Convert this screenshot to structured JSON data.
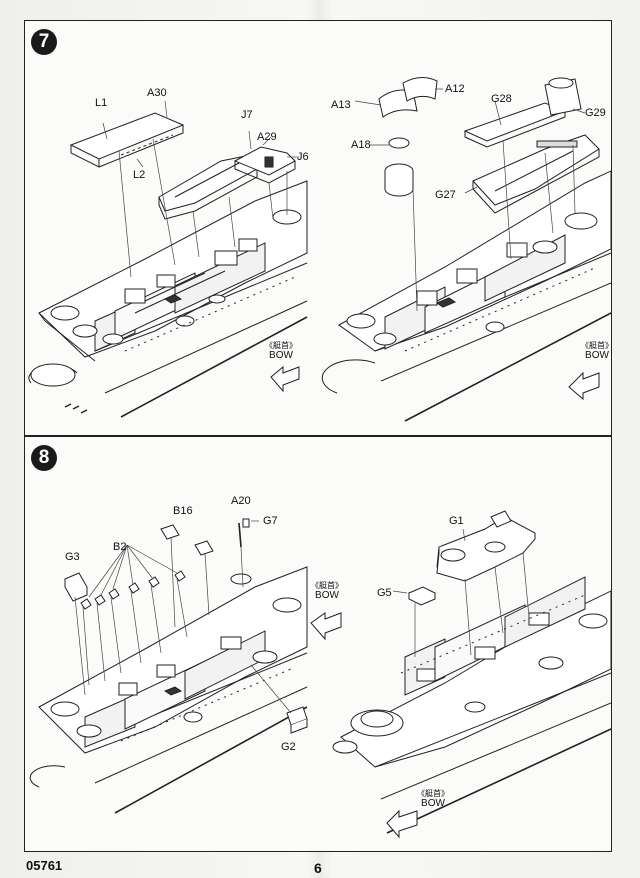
{
  "page": {
    "code": "05761",
    "number": "6"
  },
  "steps": [
    {
      "number": "7",
      "bow_cn": "《艇首》",
      "bow_en": "BOW",
      "parts_left": [
        "L1",
        "A30",
        "L2",
        "J7",
        "A29",
        "J6"
      ],
      "parts_right": [
        "A13",
        "A12",
        "A18",
        "G28",
        "G29",
        "G27"
      ]
    },
    {
      "number": "8",
      "bow_cn": "《艇首》",
      "bow_en": "BOW",
      "parts_left": [
        "B16",
        "A20",
        "G7",
        "G3",
        "B2",
        "G2"
      ],
      "parts_right": [
        "G1",
        "G5"
      ]
    }
  ]
}
